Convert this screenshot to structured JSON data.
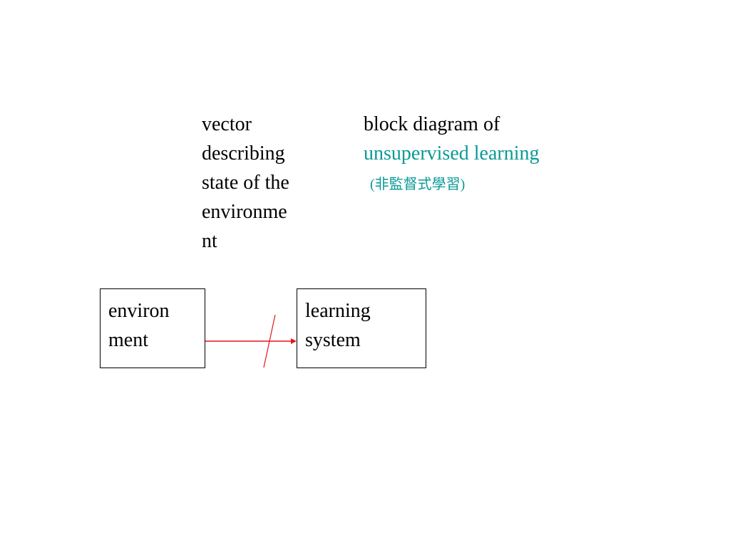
{
  "vector_label": {
    "lines": [
      "vector",
      "describing",
      "state of the",
      "environme",
      "nt"
    ]
  },
  "title": {
    "line1": "block diagram of",
    "line2": "unsupervised learning",
    "line3": "(非監督式學習)"
  },
  "blocks": {
    "environment": {
      "lines": [
        "environ",
        "ment"
      ]
    },
    "learning_system": {
      "lines": [
        "learning",
        "system"
      ]
    }
  },
  "colors": {
    "text": "#000000",
    "highlight": "#0a9a96",
    "arrow": "#e8141c",
    "box_border": "#000000"
  }
}
